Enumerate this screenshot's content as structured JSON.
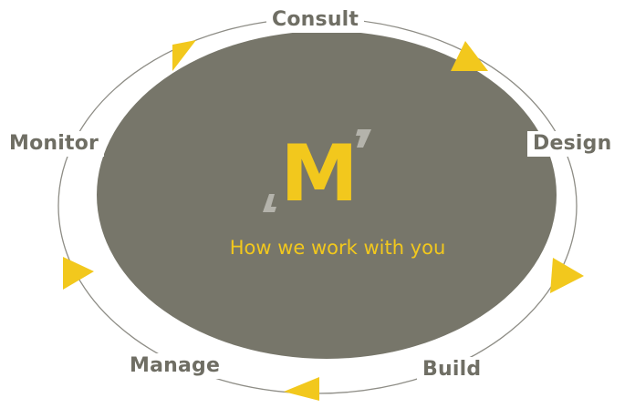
{
  "diagram": {
    "center": {
      "logo_letter": "M",
      "tagline": "How we work with you"
    },
    "stages": [
      {
        "key": "consult",
        "label": "Consult"
      },
      {
        "key": "design",
        "label": "Design"
      },
      {
        "key": "build",
        "label": "Build"
      },
      {
        "key": "manage",
        "label": "Manage"
      },
      {
        "key": "monitor",
        "label": "Monitor"
      }
    ],
    "colors": {
      "ellipse_fill": "#77766a",
      "accent": "#f2c81d",
      "label_text": "#6f6e64",
      "ring_line": "#8e8d86",
      "logo_bracket": "#b4b3ab"
    }
  }
}
